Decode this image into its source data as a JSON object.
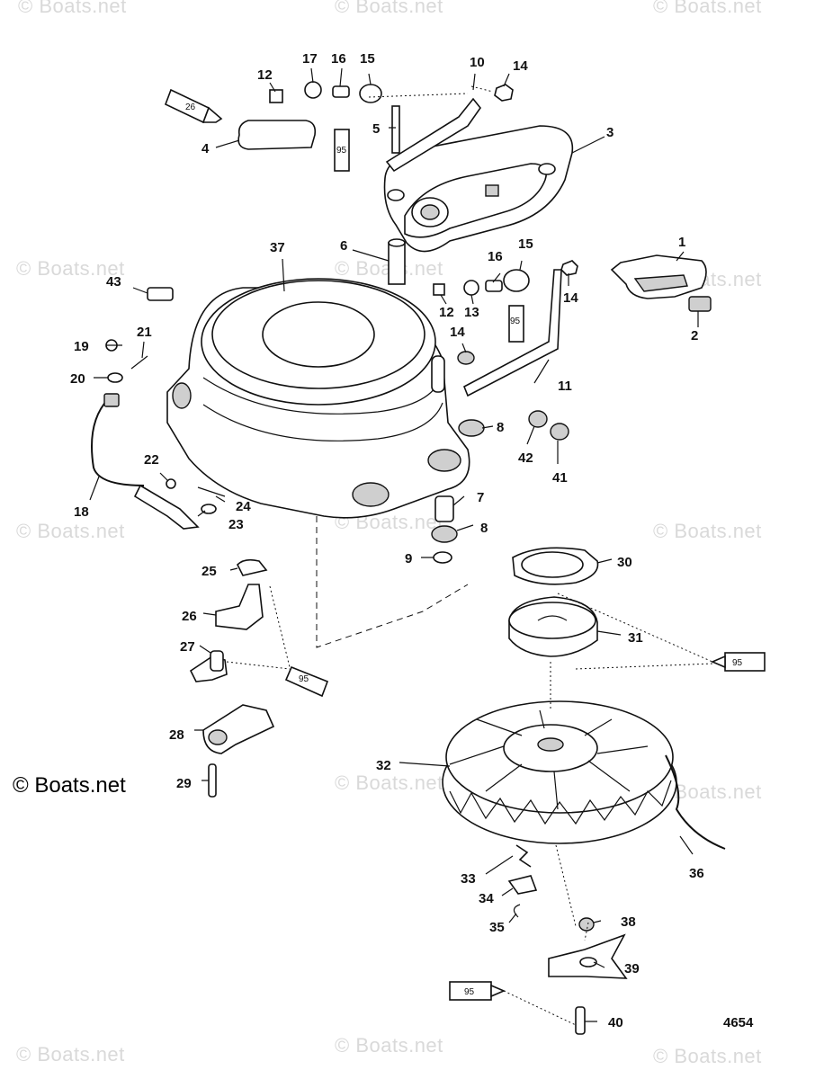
{
  "watermark": "© Boats.net",
  "copyright": "© Boats.net",
  "figure_number": "4654",
  "sealant_code": "95",
  "tube_26_code": "26",
  "callouts": [
    "1",
    "2",
    "3",
    "4",
    "5",
    "6",
    "7",
    "8",
    "9",
    "10",
    "11",
    "12",
    "13",
    "14",
    "15",
    "16",
    "17",
    "18",
    "19",
    "20",
    "21",
    "22",
    "23",
    "24",
    "25",
    "26",
    "27",
    "28",
    "29",
    "30",
    "31",
    "32",
    "33",
    "34",
    "35",
    "36",
    "37",
    "38",
    "39",
    "40",
    "41",
    "42",
    "43"
  ]
}
